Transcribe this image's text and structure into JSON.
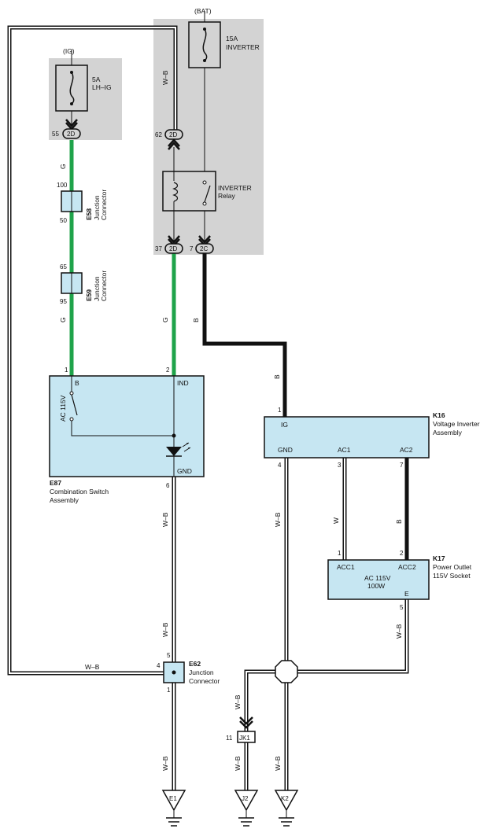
{
  "power_sources": {
    "ig": "(IG)",
    "bat": "(BAT)"
  },
  "fuses": {
    "lh_ig_rating": "5A",
    "lh_ig_name": "LH–IG",
    "inverter_rating": "15A",
    "inverter_name": "INVERTER"
  },
  "relay": {
    "name": "INVERTER",
    "suffix": "Relay"
  },
  "connectors": {
    "c2d": "2D",
    "c2c": "2C",
    "jk1": "JK1"
  },
  "pins": {
    "p55": "55",
    "p62": "62",
    "p37": "37",
    "p7": "7",
    "p100": "100",
    "p50": "50",
    "p65": "65",
    "p95": "95",
    "p1": "1",
    "p2": "2",
    "p6": "6",
    "p3": "3",
    "p4": "4",
    "p5": "5",
    "p11": "11"
  },
  "wires": {
    "g": "G",
    "wb": "W–B",
    "b": "B",
    "w": "W"
  },
  "components": {
    "e58": {
      "code": "E58",
      "line1": "Junction",
      "line2": "Connector"
    },
    "e59": {
      "code": "E59",
      "line1": "Junction",
      "line2": "Connector"
    },
    "e87": {
      "code": "E87",
      "line1": "Combination Switch",
      "line2": "Assembly",
      "t_b": "B",
      "t_ind": "IND",
      "t_gnd": "GND",
      "ac": "AC 115V"
    },
    "k16": {
      "code": "K16",
      "line1": "Voltage Inverter",
      "line2": "Assembly",
      "t_ig": "IG",
      "t_gnd": "GND",
      "t_ac1": "AC1",
      "t_ac2": "AC2"
    },
    "k17": {
      "code": "K17",
      "line1": "Power Outlet",
      "line2": "115V Socket",
      "t_acc1": "ACC1",
      "t_acc2": "ACC2",
      "ac": "AC 115V",
      "w": "100W",
      "t_e": "E"
    },
    "e62": {
      "code": "E62",
      "line1": "Junction",
      "line2": "Connector"
    }
  },
  "grounds": {
    "e1": "E1",
    "j2": "J2",
    "k2": "K2"
  },
  "colors": {
    "box_fill": "#c6e6f2",
    "shade": "#d3d3d3",
    "green": "#1fa34a",
    "black": "#111111"
  }
}
